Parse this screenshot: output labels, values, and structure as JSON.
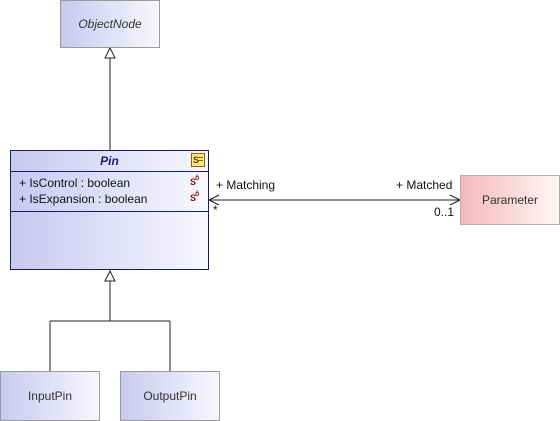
{
  "diagram": {
    "object_node": {
      "name": "ObjectNode"
    },
    "pin": {
      "name": "Pin",
      "stereotype_icon": "class-stereotype-icon",
      "attributes": [
        {
          "text": "+ IsControl : boolean",
          "icon": "static-attribute-icon"
        },
        {
          "text": "+ IsExpansion : boolean",
          "icon": "static-attribute-icon"
        }
      ]
    },
    "parameter": {
      "name": "Parameter"
    },
    "input_pin": {
      "name": "InputPin"
    },
    "output_pin": {
      "name": "OutputPin"
    },
    "association": {
      "source_role": "+ Matching",
      "source_multiplicity": "*",
      "target_role": "+ Matched",
      "target_multiplicity": "0..1"
    }
  }
}
